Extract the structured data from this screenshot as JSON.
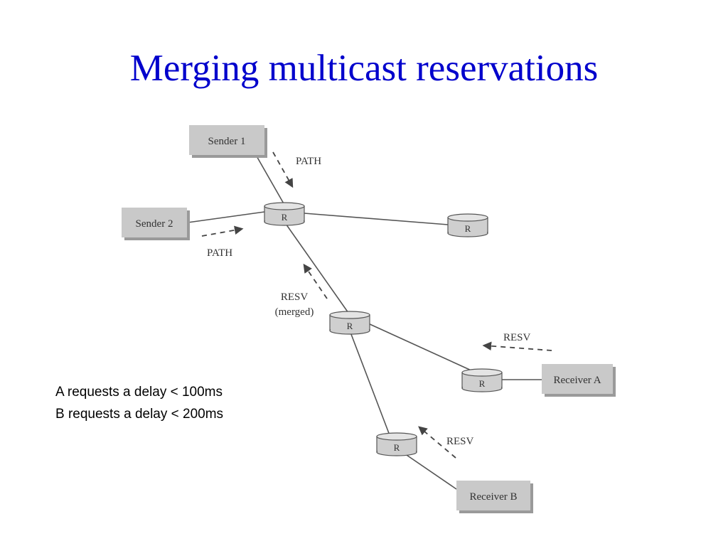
{
  "title": "Merging multicast reservations",
  "colors": {
    "title": "#0000cc",
    "box_fill": "#c9c9c9",
    "box_shadow": "#9a9a9a",
    "router_fill": "#cfcfcf",
    "line": "#555555",
    "text": "#333333"
  },
  "diagram": {
    "senders": [
      {
        "id": "sender-1",
        "label": "Sender 1"
      },
      {
        "id": "sender-2",
        "label": "Sender 2"
      }
    ],
    "receivers": [
      {
        "id": "receiver-a",
        "label": "Receiver A"
      },
      {
        "id": "receiver-b",
        "label": "Receiver B"
      }
    ],
    "routers": [
      {
        "id": "router-top",
        "label": "R"
      },
      {
        "id": "router-right",
        "label": "R"
      },
      {
        "id": "router-middle",
        "label": "R"
      },
      {
        "id": "router-a",
        "label": "R"
      },
      {
        "id": "router-b",
        "label": "R"
      }
    ],
    "messages": {
      "path_1": "PATH",
      "path_2": "PATH",
      "resv_merged_line1": "RESV",
      "resv_merged_line2": "(merged)",
      "resv_a": "RESV",
      "resv_b": "RESV"
    }
  },
  "notes": [
    "A requests a delay < 100ms",
    "B requests a delay < 200ms"
  ]
}
